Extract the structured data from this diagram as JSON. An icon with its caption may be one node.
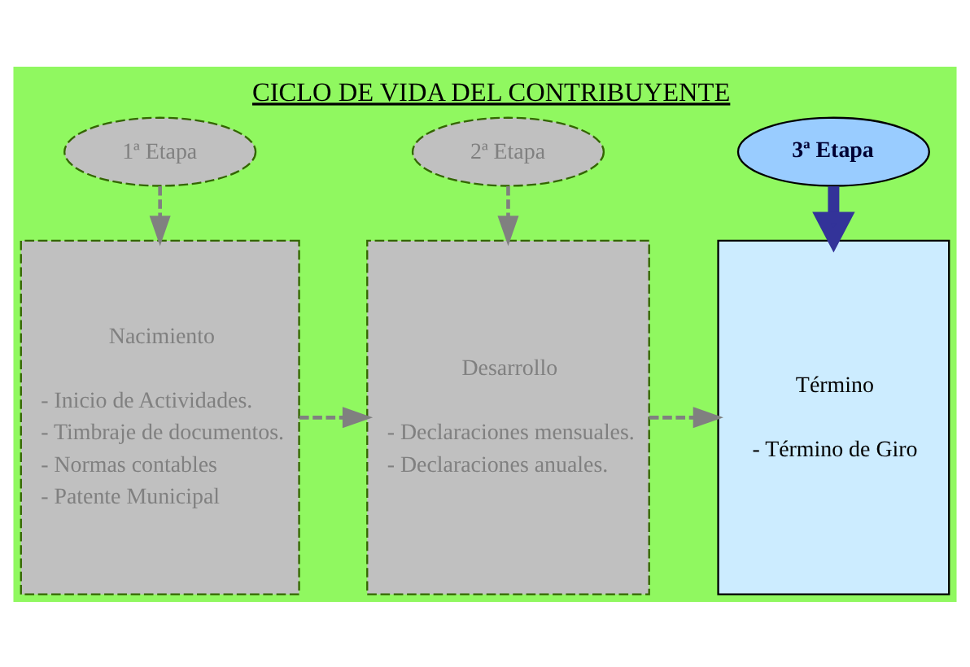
{
  "diagram": {
    "title": "CICLO DE VIDA DEL CONTRIBUYENTE",
    "nodes": [
      {
        "text": [
          "1ª Etapa"
        ]
      },
      {
        "text": [
          "2ª Etapa"
        ]
      },
      {
        "text": [
          "3ª Etapa"
        ]
      },
      {
        "text": [
          "Nacimiento",
          "- Inicio de Actividades.",
          "- Timbraje de documentos.",
          "- Normas contables",
          "- Patente Municipal"
        ]
      },
      {
        "text": [
          "Desarrollo",
          "- Declaraciones mensuales.",
          "- Declaraciones anuales."
        ]
      },
      {
        "text": [
          "Término",
          "- Término de Giro"
        ]
      }
    ],
    "edges": [
      {
        "from": 0,
        "to": 3,
        "arrow": "to",
        "style": "dashed"
      },
      {
        "from": 1,
        "to": 4,
        "arrow": "to",
        "style": "dashed"
      },
      {
        "from": 2,
        "to": 5,
        "arrow": "to",
        "style": "thick",
        "color": "#333399"
      },
      {
        "from": 3,
        "to": 4,
        "arrow": "to",
        "style": "dashed"
      },
      {
        "from": 4,
        "to": 5,
        "arrow": "to",
        "style": "dashed"
      }
    ]
  }
}
